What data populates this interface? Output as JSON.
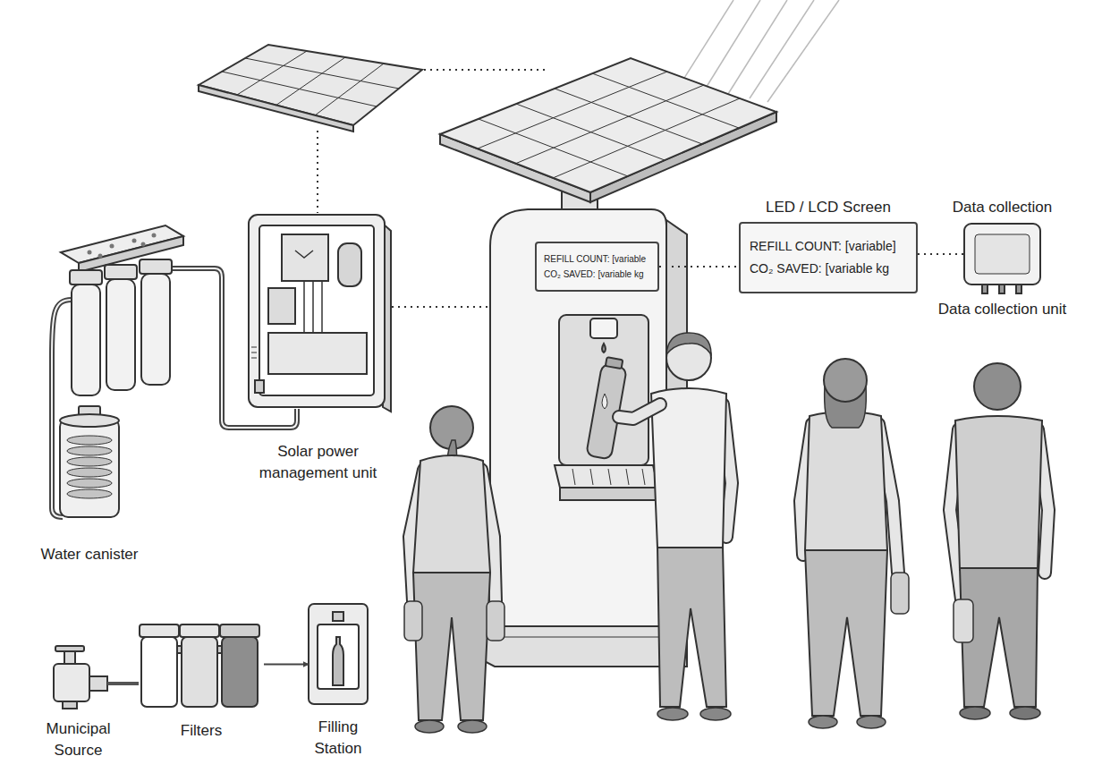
{
  "diagram": {
    "nodes": [
      {
        "text": [
          "Solar power management unit"
        ]
      },
      {
        "text": [
          "Water canister"
        ]
      },
      {
        "text": [
          "REFILL COUNT: [variable",
          "CO₂ SAVED: [variable kg"
        ]
      },
      {
        "text": [
          "LED / LCD Screen",
          "REFILL COUNT: [variable]",
          "CO₂ SAVED: [variable kg"
        ]
      },
      {
        "text": [
          "Data collection",
          "Data collection unit"
        ]
      },
      {
        "text": [
          "Municipal Source"
        ]
      },
      {
        "text": [
          "Filters"
        ]
      },
      {
        "text": [
          "Filling Station"
        ]
      }
    ],
    "edges": [
      {
        "from": 2,
        "to": 3,
        "arrow": "none"
      },
      {
        "from": 3,
        "to": 4,
        "arrow": "none"
      },
      {
        "from": 5,
        "to": 6,
        "arrow": "none"
      },
      {
        "from": 6,
        "to": 7,
        "arrow": "to"
      }
    ]
  }
}
